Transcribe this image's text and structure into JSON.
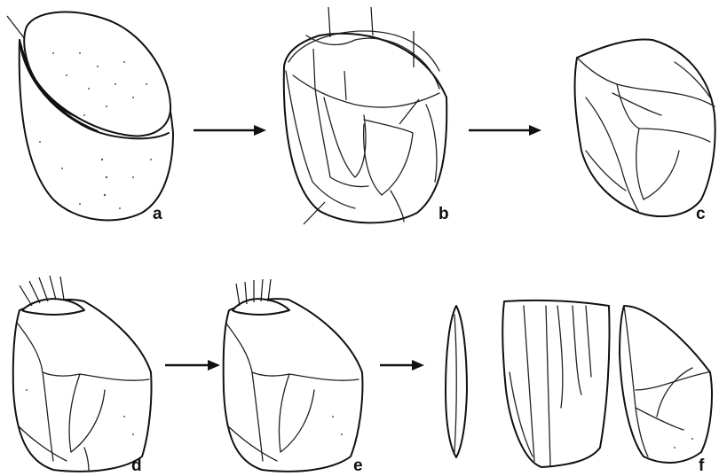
{
  "diagram": {
    "stages": [
      {
        "id": "a",
        "label": "a",
        "subject": "nodule-with-striking-platform"
      },
      {
        "id": "b",
        "label": "b",
        "subject": "decortication-removals"
      },
      {
        "id": "c",
        "label": "c",
        "subject": "shaped-core"
      },
      {
        "id": "d",
        "label": "d",
        "subject": "core-with-blade-removal-arrows"
      },
      {
        "id": "e",
        "label": "e",
        "subject": "core-after-removal"
      },
      {
        "id": "f",
        "label": "f",
        "subject": "detached-blade-and-core-views"
      }
    ],
    "flow_arrows": [
      {
        "from": "a",
        "to": "b"
      },
      {
        "from": "b",
        "to": "c"
      },
      {
        "from": "d",
        "to": "e"
      },
      {
        "from": "e",
        "to": "f"
      }
    ],
    "colors": {
      "ink": "#111111",
      "paper": "#ffffff",
      "stipple": "#555555"
    }
  }
}
